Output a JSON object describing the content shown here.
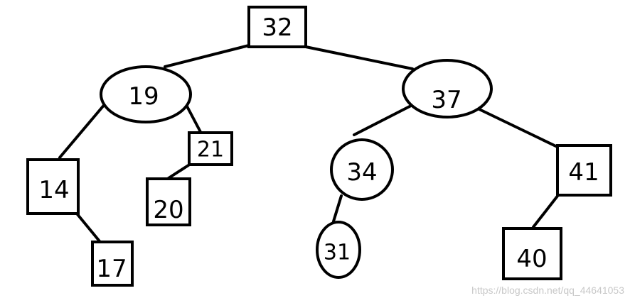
{
  "tree": {
    "nodes": {
      "n32": {
        "label": "32",
        "shape": "square"
      },
      "n19": {
        "label": "19",
        "shape": "circle"
      },
      "n37": {
        "label": "37",
        "shape": "circle"
      },
      "n14": {
        "label": "14",
        "shape": "square"
      },
      "n21": {
        "label": "21",
        "shape": "square"
      },
      "n34": {
        "label": "34",
        "shape": "circle"
      },
      "n41": {
        "label": "41",
        "shape": "square"
      },
      "n17": {
        "label": "17",
        "shape": "square"
      },
      "n20": {
        "label": "20",
        "shape": "square"
      },
      "n31": {
        "label": "31",
        "shape": "circle"
      },
      "n40": {
        "label": "40",
        "shape": "square"
      }
    },
    "edges": [
      [
        "32",
        "19"
      ],
      [
        "32",
        "37"
      ],
      [
        "19",
        "14"
      ],
      [
        "19",
        "21"
      ],
      [
        "14",
        "17"
      ],
      [
        "21",
        "20"
      ],
      [
        "37",
        "34"
      ],
      [
        "37",
        "41"
      ],
      [
        "34",
        "31"
      ],
      [
        "41",
        "40"
      ]
    ]
  },
  "watermark": "https://blog.csdn.net/qq_44641053",
  "colors": {
    "stroke": "#000000",
    "background": "#ffffff",
    "watermark": "#c8c8c8"
  }
}
